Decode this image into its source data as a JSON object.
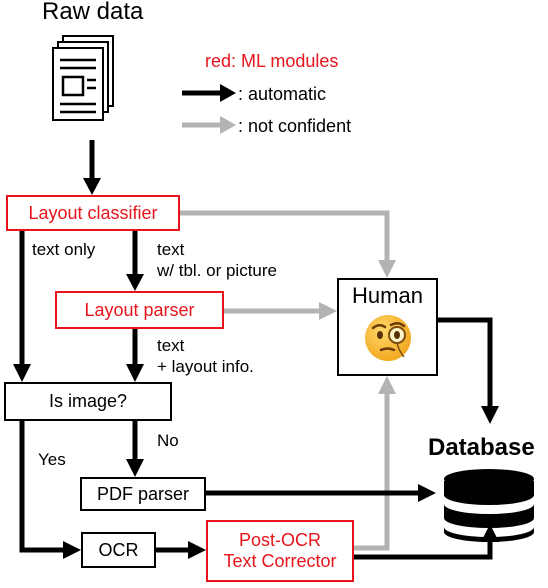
{
  "title": "Raw data",
  "legend": {
    "ml_label": "red: ML modules",
    "automatic_label": ": automatic",
    "not_confident_label": ": not confident"
  },
  "nodes": {
    "layout_classifier": "Layout classifier",
    "layout_parser": "Layout parser",
    "human": "Human",
    "is_image": "Is image?",
    "pdf_parser": "PDF parser",
    "ocr": "OCR",
    "post_ocr_line1": "Post-OCR",
    "post_ocr_line2": "Text Corrector",
    "database": "Database"
  },
  "edge_labels": {
    "text_only": "text only",
    "text_tbl_line1": "text",
    "text_tbl_line2": "w/ tbl. or picture",
    "text_layout_line1": "text",
    "text_layout_line2": "+ layout info.",
    "yes": "Yes",
    "no": "No"
  },
  "colors": {
    "ml_module": "#e8141b",
    "automatic_arrow": "#000000",
    "not_confident_arrow": "#b3b3b3"
  },
  "icons": {
    "raw_data": "document-stack-icon",
    "human": "face-with-monocle-icon",
    "database": "database-icon"
  }
}
